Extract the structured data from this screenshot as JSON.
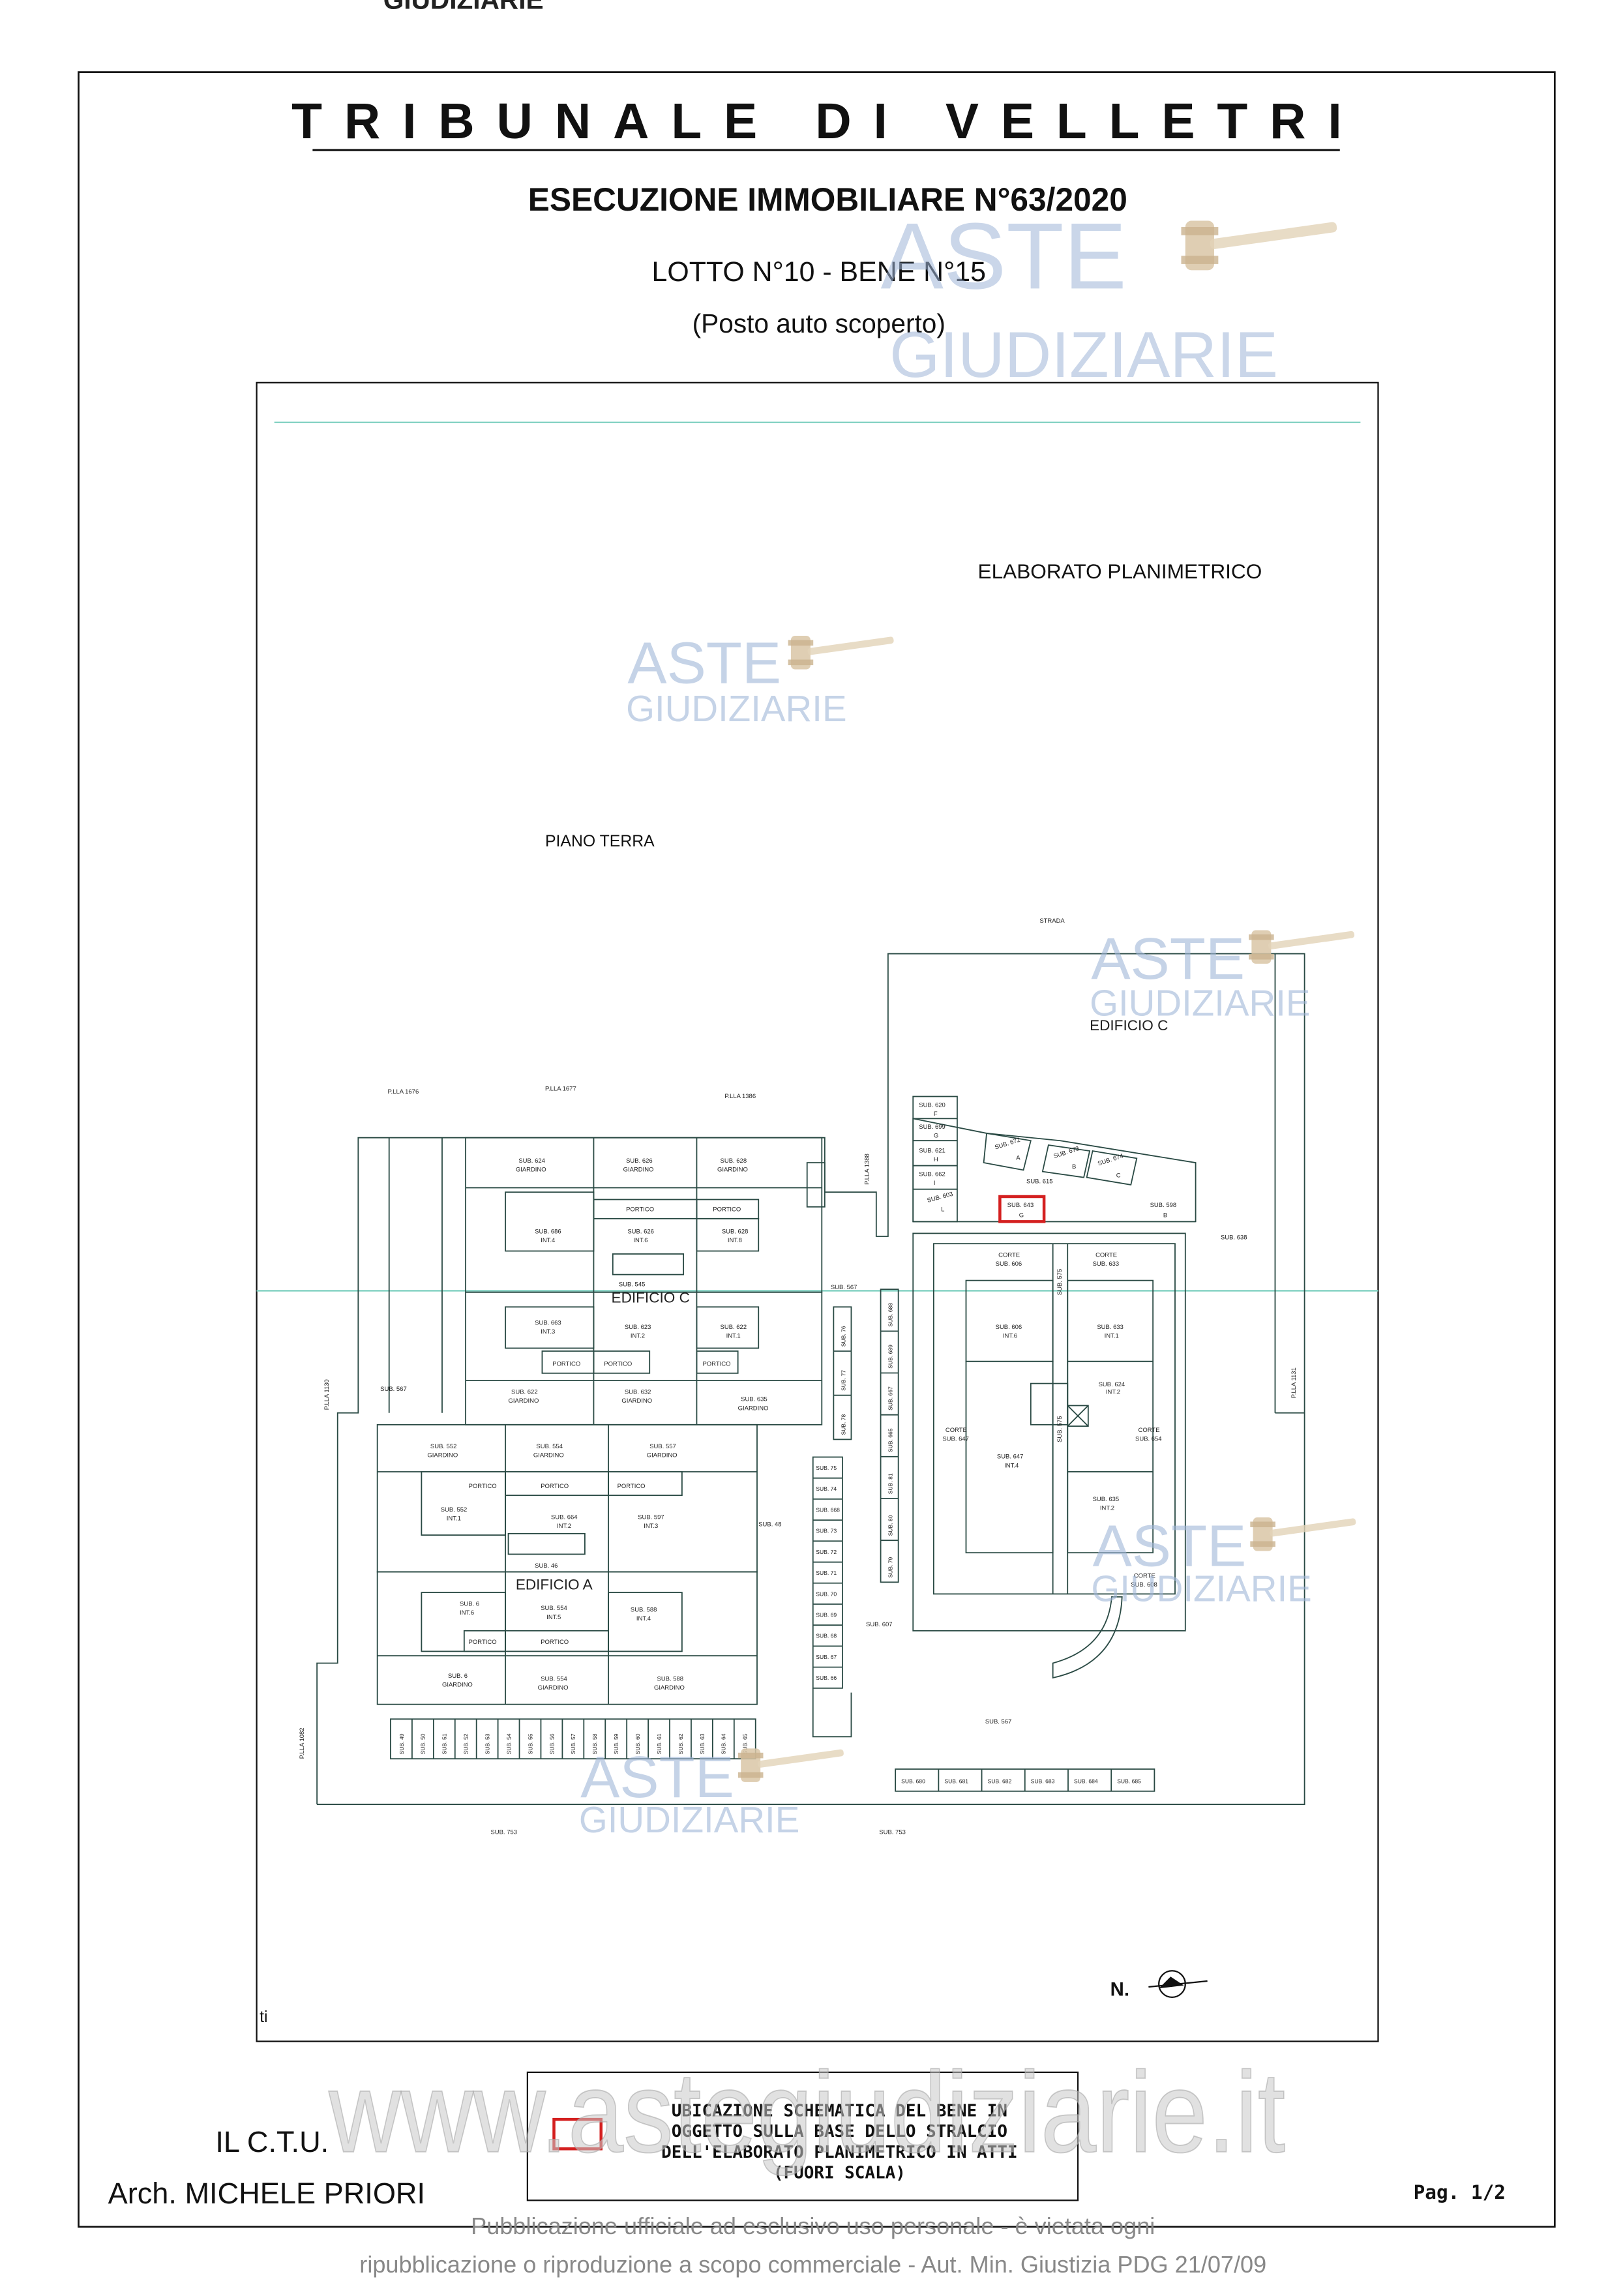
{
  "header": {
    "court": "TRIBUNALE DI VELLETRI",
    "procedure": "ESECUZIONE IMMOBILIARE N°63/2020",
    "lot": "LOTTO N°10 - BENE N°15",
    "asset_type": "(Posto auto scoperto)"
  },
  "plan": {
    "title": "ELABORATO PLANIMETRICO",
    "floor": "PIANO TERRA",
    "north": "N.",
    "corner_mark": "ti",
    "buildings": {
      "edificio_c_top": "EDIFICIO C",
      "edificio_c_left": "EDIFICIO C",
      "edificio_a": "EDIFICIO A"
    },
    "labels": {
      "strada": "STRADA",
      "plla_1676": "P.LLA 1676",
      "plla_1677": "P.LLA 1677",
      "plla_1386": "P.LLA 1386",
      "plla_1388": "P.LLA 1388",
      "plla_1130_left": "P.LLA 1130",
      "plla_1131_right": "P.LLA 1131",
      "plla_1082": "P.LLA 1082",
      "sub_753_a": "SUB. 753",
      "sub_753_b": "SUB. 753",
      "sub_567_left": "SUB. 567",
      "sub_567_mid": "SUB. 567",
      "sub_567_bottom": "SUB. 567",
      "sub_607": "SUB. 607",
      "sub_48": "SUB. 48",
      "sub_638": "SUB. 638",
      "sub_615": "SUB. 615",
      "sub_643": "SUB. 643",
      "sub_643_letter": "G",
      "sub_598": "SUB. 598",
      "sub_598_letter": "B",
      "sub_620": "SUB. 620",
      "sub_620_letter": "F",
      "sub_699": "SUB. 699",
      "sub_699_letter": "G",
      "sub_621": "SUB. 621",
      "sub_621_letter": "H",
      "sub_662": "SUB. 662",
      "sub_662_letter": "I",
      "sub_603": "SUB. 603",
      "sub_603_letter": "L",
      "sub_672": "SUB. 672",
      "sub_672_letter": "A",
      "sub_673": "SUB. 673",
      "sub_673_letter": "B",
      "sub_674": "SUB. 674",
      "sub_674_letter": "C",
      "ec_corte_a": "CORTE",
      "ec_corte_a_sub": "SUB. 606",
      "ec_corte_b": "CORTE",
      "ec_corte_b_sub": "SUB. 633",
      "ec_sub_606": "SUB. 606",
      "ec_int6": "INT.6",
      "ec_sub_633": "SUB. 633",
      "ec_int1": "INT.1",
      "ec_sub_624": "SUB. 624",
      "ec_int2_a": "INT.2",
      "ec_corte_c": "CORTE",
      "ec_corte_c_sub": "SUB. 647",
      "ec_sub_647": "SUB. 647",
      "ec_int4": "INT.4",
      "ec_corte_d": "CORTE",
      "ec_corte_d_sub": "SUB. 654",
      "ec_sub_635": "SUB. 635",
      "ec_int2_b": "INT.2",
      "ec_corte_e": "CORTE",
      "ec_corte_e_sub": "SUB. 608",
      "ec_stair_a": "SUB. 575",
      "ec_stair_b": "SUB. 575",
      "c_sub_624": "SUB. 624",
      "c_giardino_1": "GIARDINO",
      "c_sub_626": "SUB. 626",
      "c_giardino_2": "GIARDINO",
      "c_sub_628": "SUB. 628",
      "c_giardino_3": "GIARDINO",
      "c_portico_1": "PORTICO",
      "c_portico_2": "PORTICO",
      "c_sub_686": "SUB. 686",
      "c_int4": "INT.4",
      "c_sub_626b": "SUB. 626",
      "c_int6": "INT.6",
      "c_sub_628b": "SUB. 628",
      "c_int8": "INT.8",
      "c_sub_545": "SUB. 545",
      "c_sub_663": "SUB. 663",
      "c_int3": "INT.3",
      "c_sub_623": "SUB. 623",
      "c_int2": "INT.2",
      "c_sub_622": "SUB. 622",
      "c_int1": "INT.1",
      "c_portico_3": "PORTICO",
      "c_portico_4": "PORTICO",
      "c_portico_5": "PORTICO",
      "c_sub_622b": "SUB. 622",
      "c_giardino_4": "GIARDINO",
      "c_sub_632": "SUB. 632",
      "c_giardino_5": "GIARDINO",
      "c_sub_635": "SUB. 635",
      "c_giardino_6": "GIARDINO",
      "a_sub_552": "SUB. 552",
      "a_giardino_1": "GIARDINO",
      "a_sub_554": "SUB. 554",
      "a_giardino_2": "GIARDINO",
      "a_sub_557": "SUB. 557",
      "a_giardino_3": "GIARDINO",
      "a_portico_1": "PORTICO",
      "a_portico_2": "PORTICO",
      "a_portico_3": "PORTICO",
      "a_sub_552b": "SUB. 552",
      "a_int1": "INT.1",
      "a_sub_664": "SUB. 664",
      "a_int2": "INT.2",
      "a_sub_597": "SUB. 597",
      "a_int3": "INT.3",
      "a_sub_46": "SUB. 46",
      "a_sub_6": "SUB. 6",
      "a_int6": "INT.6",
      "a_sub_554b": "SUB. 554",
      "a_int5": "INT.5",
      "a_sub_588": "SUB. 588",
      "a_int4": "INT.4",
      "a_portico_4": "PORTICO",
      "a_portico_5": "PORTICO",
      "a_sub_6b": "SUB. 6",
      "a_giardino_4": "GIARDINO",
      "a_sub_554c": "SUB. 554",
      "a_giardino_5": "GIARDINO",
      "a_sub_588b": "SUB. 588",
      "a_giardino_6": "GIARDINO"
    },
    "parking_vertical": [
      "SUB. 76",
      "SUB. 77",
      "SUB. 78"
    ],
    "parking_column": [
      "SUB. 688",
      "SUB. 689",
      "SUB. 667",
      "SUB. 665",
      "SUB. 81",
      "SUB. 80",
      "SUB. 79"
    ],
    "parking_stack": [
      "SUB. 75",
      "SUB. 74",
      "SUB. 668",
      "SUB. 73",
      "SUB. 72",
      "SUB. 71",
      "SUB. 70",
      "SUB. 69",
      "SUB. 68",
      "SUB. 67",
      "SUB. 66"
    ],
    "parking_bottom_row": [
      "SUB. 49",
      "SUB. 50",
      "SUB. 51",
      "SUB. 52",
      "SUB. 53",
      "SUB. 54",
      "SUB. 55",
      "SUB. 56",
      "SUB. 57",
      "SUB. 58",
      "SUB. 59",
      "SUB. 60",
      "SUB. 61",
      "SUB. 62",
      "SUB. 63",
      "SUB. 64",
      "SUB. 65"
    ],
    "parking_right_row": [
      "SUB. 680",
      "SUB. 681",
      "SUB. 682",
      "SUB. 683",
      "SUB. 684",
      "SUB. 685"
    ]
  },
  "legend": {
    "line1": "UBICAZIONE SCHEMATICA DEL BENE IN",
    "line2": "OGGETTO SULLA BASE DELLO STRALCIO",
    "line3": "DELL'ELABORATO PLANIMETRICO IN ATTI",
    "line4": "(FUORI SCALA)"
  },
  "signature": {
    "role": "IL C.T.U.",
    "name": "Arch. MICHELE PRIORI"
  },
  "page": "Pag. 1/2",
  "watermark": {
    "brand_line1": "ASTE",
    "brand_line2": "GIUDIZIARIE",
    "site": "www.astegiudiziarie.it",
    "top_fragment": "GIUDIZIARIE"
  },
  "footer": {
    "line1": "Pubblicazione ufficiale ad esclusivo uso personale - è vietata ogni",
    "line2": "ripubblicazione o riproduzione a scopo commerciale - Aut. Min. Giustizia PDG 21/07/09"
  },
  "colors": {
    "ink": "#111111",
    "plan_line": "#2a4a44",
    "highlight": "#d42020",
    "grid_cyan": "#7fd0c0",
    "watermark_blue": "#9fb6d8",
    "watermark_gavel": "#d9c6a6"
  }
}
